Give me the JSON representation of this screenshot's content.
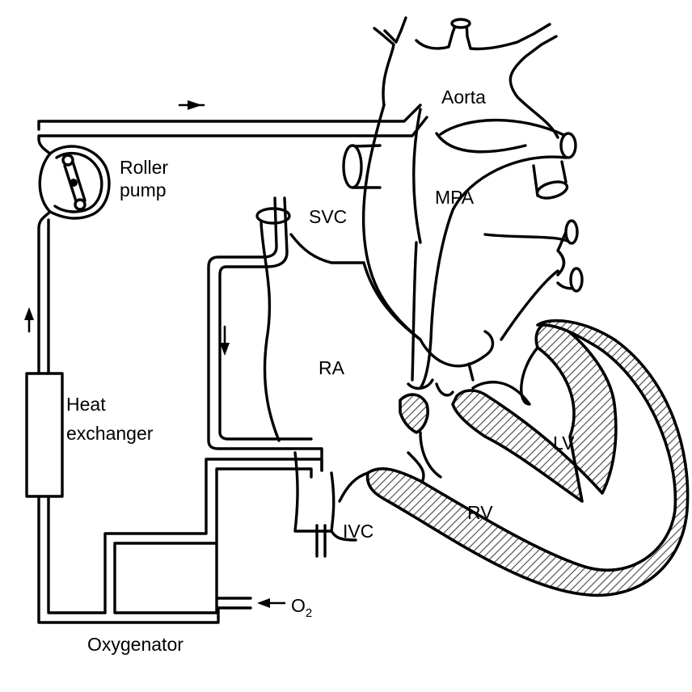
{
  "labels": {
    "aorta": "Aorta",
    "roller_pump_line1": "Roller",
    "roller_pump_line2": "pump",
    "svc": "SVC",
    "mpa": "MPA",
    "ra": "RA",
    "heat_exchanger_line1": "Heat",
    "heat_exchanger_line2": "exchanger",
    "lv": "LV",
    "rv": "RV",
    "ivc": "IVC",
    "o2": "O",
    "o2_subscript": "2",
    "oxygenator": "Oxygenator"
  },
  "colors": {
    "line": "#000000",
    "background": "#ffffff"
  }
}
